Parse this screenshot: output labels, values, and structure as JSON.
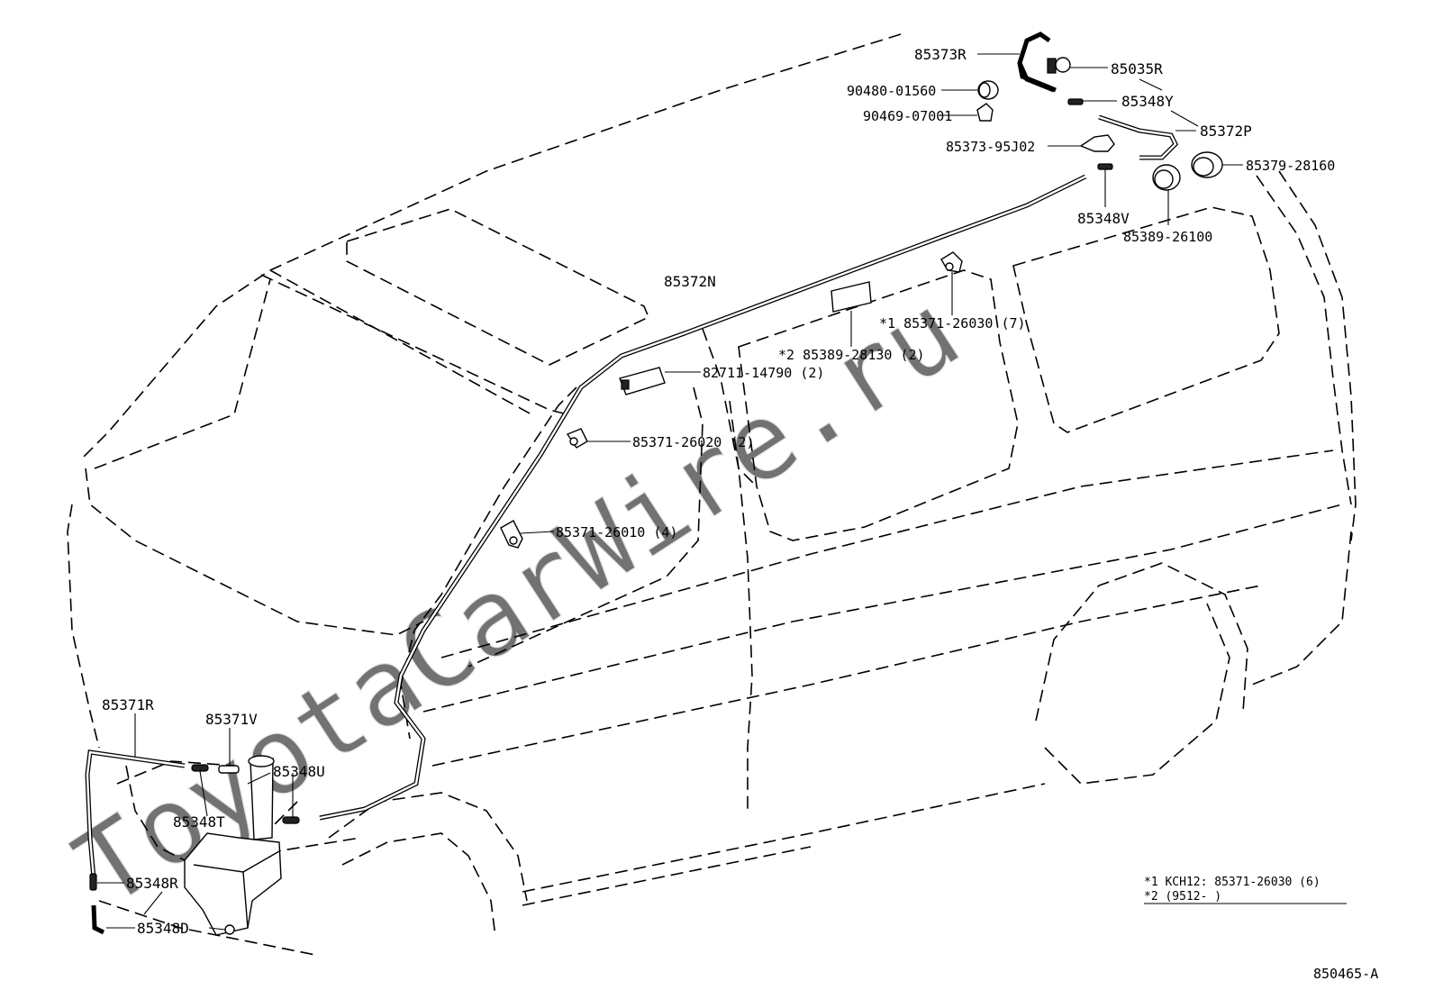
{
  "watermark": "ToyotaCarWire.ru",
  "labels": {
    "p85373R": "85373R",
    "p85035R": "85035R",
    "p90480": "90480-01560",
    "p90469": "90469-07001",
    "p85348Y": "85348Y",
    "p85372P": "85372P",
    "p85373_95J02": "85373-95J02",
    "p85379": "85379-28160",
    "p85348V": "85348V",
    "p85389_26100": "85389-26100",
    "p85372N": "85372N",
    "p85371_26030": "*1  85371-26030 (7)",
    "p85389_28130": "*2  85389-28130 (2)",
    "p82711": "82711-14790 (2)",
    "p85371_26020": "85371-26020 (2)",
    "p85371_26010": "85371-26010 (4)",
    "p85371R": "85371R",
    "p85371V": "85371V",
    "p85348U": "85348U",
    "p85348T": "85348T",
    "p85348R": "85348R",
    "p85348D": "85348D"
  },
  "notes": {
    "line1": "*1 KCH12:  85371-26030 (6)",
    "line2": "*2 (9512-     )"
  },
  "figure_number": "850465-A"
}
